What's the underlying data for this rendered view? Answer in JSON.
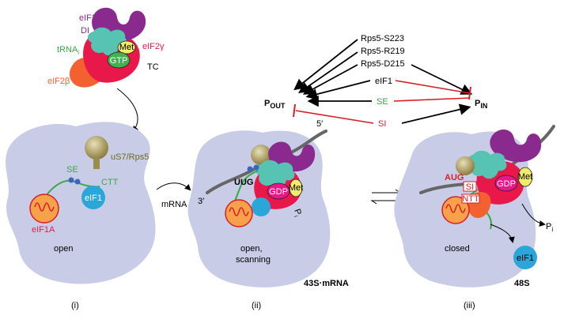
{
  "labels": {
    "eif2a": "eIF2α",
    "di": "DI",
    "trna": "tRNA",
    "trna_sub": "i",
    "eif2g": "eIF2γ",
    "tc": "TC",
    "eif2b": "eIF2β",
    "met": "Met",
    "gtp": "GTP",
    "gdp": "GDP",
    "us7": "uS7/Rps5",
    "se": "SE",
    "ctt": "CTT",
    "eif1": "eIF1",
    "eif1a": "eIF1A",
    "open": "open",
    "mrna": "mRNA",
    "three_prime": "3′",
    "five_prime": "5′",
    "uug": "UUG",
    "pi": "P",
    "pi_sub": "i",
    "open_scanning_1": "open,",
    "open_scanning_2": "scanning",
    "complex_43s": "43S·mRNA",
    "aug": "AUG",
    "si": "SI",
    "ntt": "NTT",
    "closed": "closed",
    "complex_48s": "48S",
    "rps5_s223": "Rps5-S223",
    "rps5_r219": "Rps5-R219",
    "rps5_d215": "Rps5-D215",
    "pout": "P",
    "pout_sub": "OUT",
    "pin": "P",
    "pin_sub": "IN",
    "stage_i": "(i)",
    "stage_ii": "(ii)",
    "stage_iii": "(iii)"
  },
  "colors": {
    "ribosome": "#c9cce6",
    "eif2a": "#8a2a8f",
    "eif2g": "#e8184a",
    "eif2b": "#f2612f",
    "trna": "#57c3b3",
    "met": "#f3ec6b",
    "gtp": "#3fb34f",
    "gdp": "#e8188a",
    "us7": "#a8995a",
    "eif1": "#2aa7d8",
    "eif1a": "#f7a24a",
    "green_label": "#3aa845",
    "red_label": "#e0202a",
    "purple_label": "#8a2a8f",
    "inhibit": "#d81f26"
  }
}
